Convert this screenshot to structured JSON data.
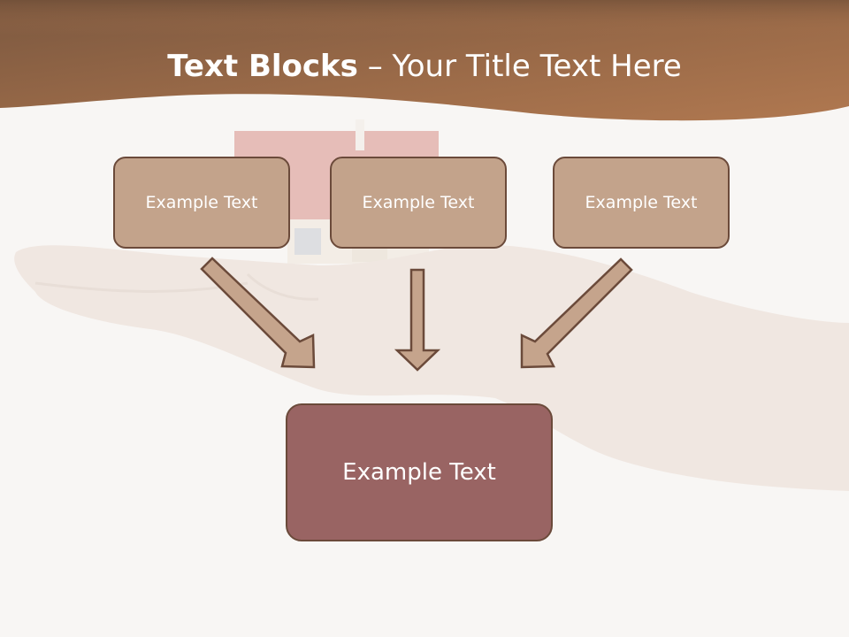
{
  "title": {
    "bold": "Text Blocks",
    "rest": " – Your Title Text Here"
  },
  "blocks": {
    "left": "Example Text",
    "center": "Example Text",
    "right": "Example Text",
    "target": "Example Text"
  },
  "colors": {
    "header": "#8a5a3c",
    "box_fill": "#c3a38b",
    "box_border": "#6b4a3a",
    "target_fill": "#996463",
    "arrow_fill": "#c5a48c"
  }
}
